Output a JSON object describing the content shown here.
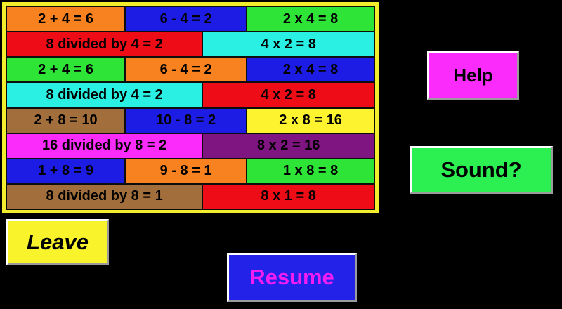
{
  "background_color": "#000000",
  "grid": {
    "border_color": "#f2ee2e",
    "separator_color": "#0d0d0d",
    "text_color": "#000000",
    "rows": [
      {
        "cells": [
          {
            "text": "2 + 4 = 6",
            "color": "#f8821f"
          },
          {
            "text": "6 - 4 = 2",
            "color": "#1c1ce4"
          },
          {
            "text": "2 x 4 = 8",
            "color": "#2ee437"
          }
        ]
      },
      {
        "cells": [
          {
            "text": "8 divided by 4 = 2",
            "color": "#ee0c16"
          },
          {
            "text": "4 x 2 = 8",
            "color": "#2af0e4"
          }
        ]
      },
      {
        "cells": [
          {
            "text": "2 + 4 = 6",
            "color": "#2ee437"
          },
          {
            "text": "6 - 4 = 2",
            "color": "#f8821f"
          },
          {
            "text": "2 x 4 = 8",
            "color": "#1c1ce4"
          }
        ]
      },
      {
        "cells": [
          {
            "text": "8 divided by 4 = 2",
            "color": "#2af0e4"
          },
          {
            "text": "4 x 2 = 8",
            "color": "#ee0c16"
          }
        ]
      },
      {
        "cells": [
          {
            "text": "2 + 8 = 10",
            "color": "#a26e3c"
          },
          {
            "text": "10 - 8 = 2",
            "color": "#1c1ce4"
          },
          {
            "text": "2 x 8 = 16",
            "color": "#fdf32f"
          }
        ]
      },
      {
        "cells": [
          {
            "text": "16 divided by 8 = 2",
            "color": "#fb2cfb"
          },
          {
            "text": "8 x 2 = 16",
            "color": "#7e1580"
          }
        ]
      },
      {
        "cells": [
          {
            "text": "1 + 8 = 9",
            "color": "#1c1ce4"
          },
          {
            "text": "9 - 8 = 1",
            "color": "#f8821f"
          },
          {
            "text": "1 x 8 = 8",
            "color": "#2ee437"
          }
        ]
      },
      {
        "cells": [
          {
            "text": "8 divided by 8 = 1",
            "color": "#a26e3c"
          },
          {
            "text": "8 x 1 = 8",
            "color": "#ee0c16"
          }
        ]
      }
    ]
  },
  "buttons": {
    "help": {
      "label": "Help",
      "bg": "#fb2cfb",
      "text_color": "#000000"
    },
    "sound": {
      "label": "Sound?",
      "bg": "#2cf052",
      "text_color": "#000000"
    },
    "leave": {
      "label": "Leave",
      "bg": "#f8f32b",
      "text_color": "#000000"
    },
    "resume": {
      "label": "Resume",
      "bg": "#2222e8",
      "text_color": "#f21df2"
    }
  }
}
